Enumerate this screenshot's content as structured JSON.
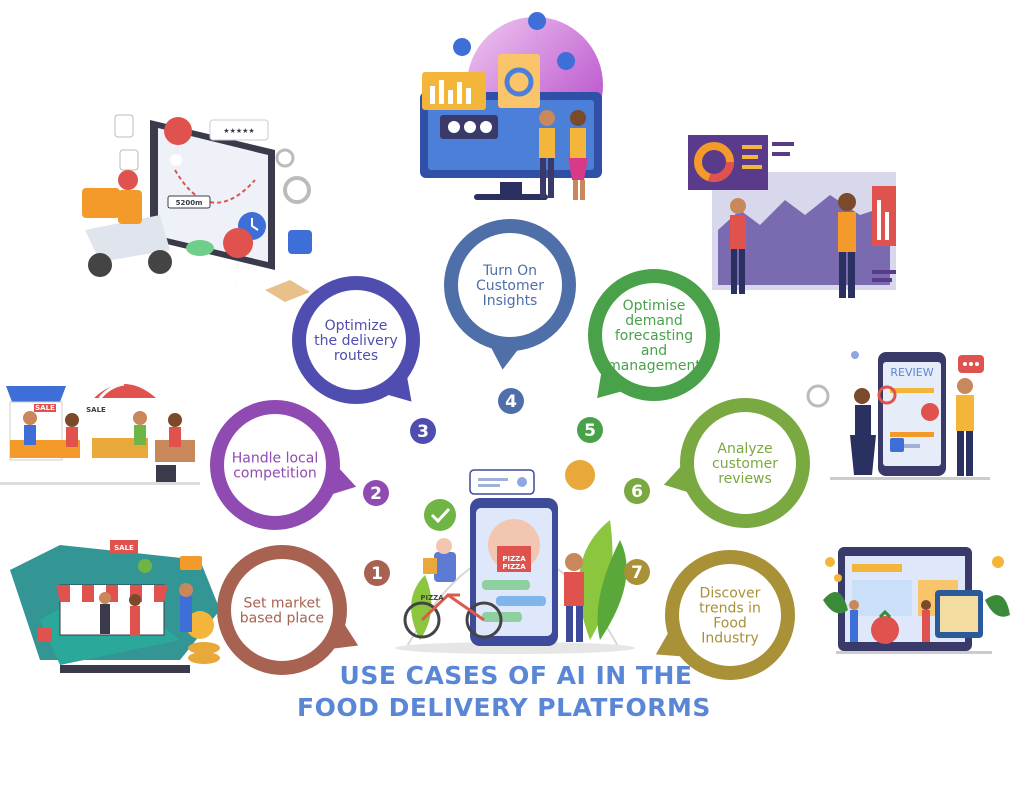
{
  "title": {
    "line1": "USE CASES OF AI IN THE",
    "line2": "FOOD DELIVERY PLATFORMS",
    "color": "#5a86d6"
  },
  "use_cases": [
    {
      "number": "1",
      "lines": [
        "Set market",
        "based place"
      ],
      "color": "#a86251"
    },
    {
      "number": "2",
      "lines": [
        "Handle local",
        "competition"
      ],
      "color": "#8f4bb2"
    },
    {
      "number": "3",
      "lines": [
        "Optimize",
        "the delivery",
        "routes"
      ],
      "color": "#4f4eb0"
    },
    {
      "number": "4",
      "lines": [
        "Turn On",
        "Customer",
        "Insights"
      ],
      "color": "#4f6fa8"
    },
    {
      "number": "5",
      "lines": [
        "Optimise",
        "demand",
        "forecasting",
        "and",
        "management"
      ],
      "color": "#49a14a"
    },
    {
      "number": "6",
      "lines": [
        "Analyze",
        "customer",
        "reviews"
      ],
      "color": "#7aa841"
    },
    {
      "number": "7",
      "lines": [
        "Discover",
        "trends in",
        "Food",
        "Industry"
      ],
      "color": "#a89137"
    }
  ],
  "illustration_text": {
    "sale_1": "SALE",
    "sale_2": "SALE",
    "sale_3": "SALE",
    "review": "REVIEW",
    "pizza_1": "PIZZA",
    "pizza_2": "PIZZA",
    "pizza_3": "PIZZA",
    "distance": "5200m",
    "stars": "★★★★★"
  }
}
